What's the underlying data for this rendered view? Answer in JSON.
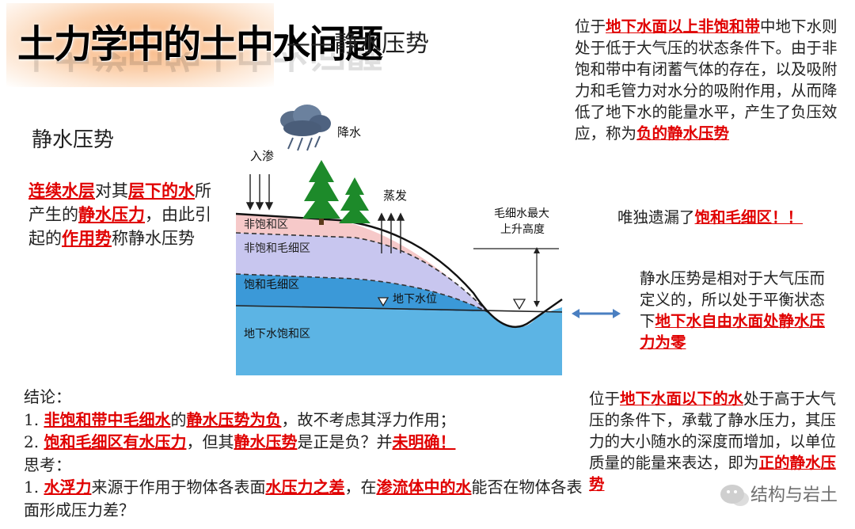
{
  "title": {
    "main": "土力学中的土中水问题",
    "sub": "——静水压势"
  },
  "left": {
    "section_heading": "静水压势",
    "definition": [
      {
        "text": "连续水层",
        "hl": true
      },
      {
        "text": "对其",
        "hl": false
      },
      {
        "text": "层下的水",
        "hl": true
      },
      {
        "text": "所产生的",
        "hl": false
      },
      {
        "text": "静水压力",
        "hl": true
      },
      {
        "text": "，由此引起的",
        "hl": false
      },
      {
        "text": "作用势",
        "hl": true
      },
      {
        "text": "称静水压势",
        "hl": false
      }
    ]
  },
  "diagram": {
    "label_infiltration": "入渗",
    "label_precipitation": "降水",
    "label_evaporation": "蒸发",
    "label_capillary_rise_1": "毛细水最大",
    "label_capillary_rise_2": "上升高度",
    "zone_unsaturated": "非饱和区",
    "zone_unsat_capillary": "非饱和毛细区",
    "zone_sat_capillary": "饱和毛细区",
    "label_water_table": "地下水位",
    "zone_groundwater": "地下水饱和区"
  },
  "right": {
    "top": [
      {
        "text": "位于",
        "hl": false
      },
      {
        "text": "地下水面以上非饱和带",
        "hl": true
      },
      {
        "text": "中地下水则处于低于大气压的状态条件下。由于非饱和带中有闭蓄气体的存在，以及吸附力和毛管力对水分的吸附作用，从而降低了地下水的能量水平，产生了负压效应，称为",
        "hl": false
      },
      {
        "text": "负的静水压势",
        "hl": true
      }
    ],
    "missing": [
      {
        "text": "唯独遗漏了",
        "hl": false
      },
      {
        "text": "饱和毛细区！！",
        "hl": true
      }
    ],
    "relative": [
      {
        "text": "静水压势是相对于大气压而定义的，所以处于平衡状态下",
        "hl": false
      },
      {
        "text": "地下水自由水面处静水压力为零",
        "hl": true
      }
    ],
    "bottom": [
      {
        "text": "位于",
        "hl": false
      },
      {
        "text": "地下水面以下的水",
        "hl": true
      },
      {
        "text": "处于高于大气压的条件下，承载了静水压力，其压力的大小随水的深度而增加，以单位质量的能量来表达，即为",
        "hl": false
      },
      {
        "text": "正的静水压势",
        "hl": true
      }
    ]
  },
  "conclusion": {
    "head": "结论：",
    "line1": [
      {
        "text": "1. ",
        "hl": false
      },
      {
        "text": "非饱和带中毛细水",
        "hl": true
      },
      {
        "text": "的",
        "hl": false
      },
      {
        "text": "静水压势为负",
        "hl": true
      },
      {
        "text": "，故不考虑其浮力作用；",
        "hl": false
      }
    ],
    "line2": [
      {
        "text": "2. ",
        "hl": false
      },
      {
        "text": "饱和毛细区有水压力",
        "hl": true
      },
      {
        "text": "，但其",
        "hl": false
      },
      {
        "text": "静水压势",
        "hl": true
      },
      {
        "text": "是正是负？并",
        "hl": false
      },
      {
        "text": "未明确！",
        "hl": true
      }
    ],
    "think_head": "思考：",
    "line3": [
      {
        "text": "1. ",
        "hl": false
      },
      {
        "text": "水浮力",
        "hl": true
      },
      {
        "text": "来源于作用于物体各表面",
        "hl": false
      },
      {
        "text": "水压力之差",
        "hl": true
      },
      {
        "text": "，在",
        "hl": false
      },
      {
        "text": "渗流体中的水",
        "hl": true
      },
      {
        "text": "能否在物体各表面形成压力差？",
        "hl": false
      }
    ]
  },
  "watermark": {
    "text": "结构与岩土",
    "icon": "wechat-icon"
  },
  "colors": {
    "highlight": "#e00000",
    "title_glow": "#f9b27a",
    "unsaturated": "#f6c9c9",
    "unsat_capillary": "#c8c6ef",
    "sat_capillary": "#3b99d8",
    "groundwater": "#5cb4e4",
    "arrow": "#4a7fc1"
  }
}
